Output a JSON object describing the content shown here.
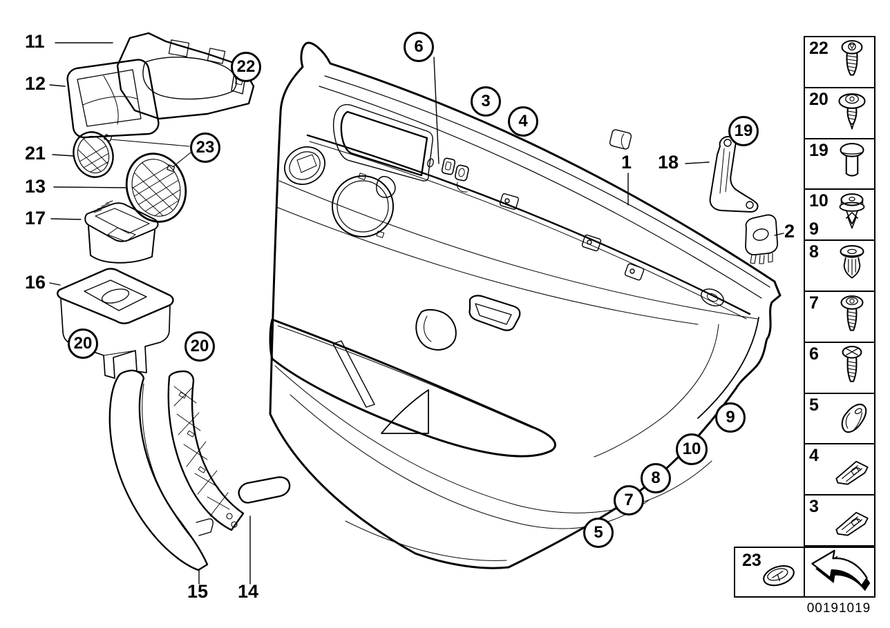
{
  "page": {
    "doc_number": "00191019",
    "colors": {
      "line": "#000000",
      "background": "#ffffff"
    }
  },
  "callouts": {
    "plain": [
      {
        "num": "11"
      },
      {
        "num": "12"
      },
      {
        "num": "21"
      },
      {
        "num": "13"
      },
      {
        "num": "17"
      },
      {
        "num": "16"
      },
      {
        "num": "15"
      },
      {
        "num": "14"
      },
      {
        "num": "1"
      },
      {
        "num": "18"
      },
      {
        "num": "2"
      }
    ],
    "circled": [
      {
        "num": "22"
      },
      {
        "num": "23"
      },
      {
        "num": "20"
      },
      {
        "num": "20"
      },
      {
        "num": "6"
      },
      {
        "num": "3"
      },
      {
        "num": "4"
      },
      {
        "num": "19"
      },
      {
        "num": "5"
      },
      {
        "num": "7"
      },
      {
        "num": "8"
      },
      {
        "num": "10"
      },
      {
        "num": "9"
      }
    ]
  },
  "legend": {
    "rows": [
      {
        "num": "22",
        "icon": "torx-screw-icon"
      },
      {
        "num": "20",
        "icon": "washer-head-screw-icon"
      },
      {
        "num": "19",
        "icon": "plug-rivet-icon"
      },
      {
        "nums": [
          "10",
          "9"
        ],
        "icon": "trim-clip-icon"
      },
      {
        "num": "8",
        "icon": "expansion-rivet-icon"
      },
      {
        "num": "7",
        "icon": "washer-torx-screw-icon"
      },
      {
        "num": "6",
        "icon": "phillips-screw-icon"
      },
      {
        "num": "5",
        "icon": "wedge-clip-icon"
      },
      {
        "num": "4",
        "icon": "retainer-plate-icon"
      },
      {
        "num": "3",
        "icon": "retainer-plate-icon"
      }
    ],
    "grommet_box": {
      "num": "23",
      "icon": "oval-grommet-icon"
    },
    "arrow_box": {
      "icon": "direction-arrow-icon"
    },
    "doc_number_label": "00191019"
  }
}
